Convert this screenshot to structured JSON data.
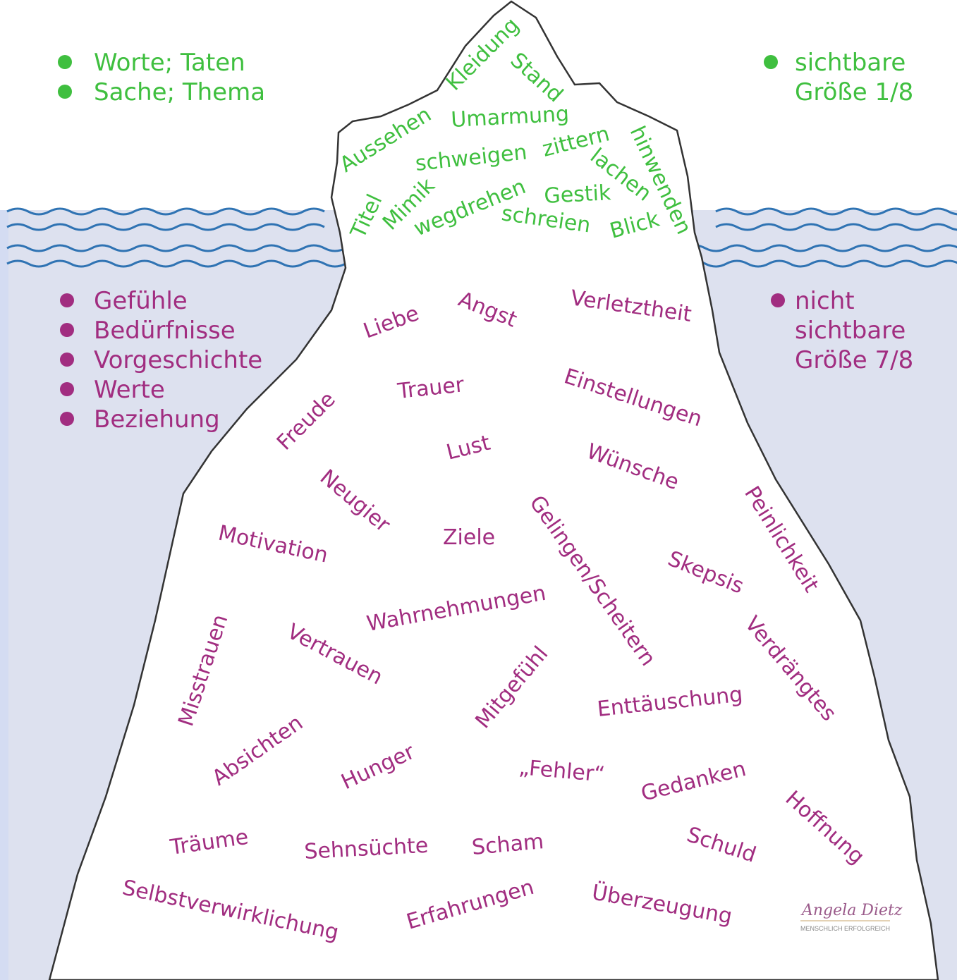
{
  "colors": {
    "above_text": "#3fbf3f",
    "below_text": "#a12d80",
    "water": "#dde1ef",
    "wave": "#2f73b3",
    "iceberg_fill": "#ffffff",
    "iceberg_stroke": "#333333"
  },
  "legend_top_left": [
    "Worte; Taten",
    "Sache; Thema"
  ],
  "legend_top_right": [
    "sichtbare",
    "Größe 1/8"
  ],
  "legend_bottom_left": [
    "Gefühle",
    "Bedürfnisse",
    "Vorgeschichte",
    "Werte",
    "Beziehung"
  ],
  "legend_bottom_right": [
    "nicht",
    "sichtbare",
    "Größe 7/8"
  ],
  "above_words": [
    "Kleidung",
    "Stand",
    "Aussehen",
    "Umarmung",
    "schweigen",
    "zittern",
    "hinwenden",
    "lachen",
    "Titel",
    "Mimik",
    "wegdrehen",
    "Gestik",
    "schreien",
    "Blick"
  ],
  "below_words": [
    "Liebe",
    "Angst",
    "Verletztheit",
    "Trauer",
    "Einstellungen",
    "Freude",
    "Lust",
    "Wünsche",
    "Neugier",
    "Peinlichkeit",
    "Motivation",
    "Ziele",
    "Gelingen/Scheitern",
    "Skepsis",
    "Wahrnehmungen",
    "Misstrauen",
    "Vertrauen",
    "Verdrängtes",
    "Mitgefühl",
    "Enttäuschung",
    "Absichten",
    "Hunger",
    "„Fehler“",
    "Gedanken",
    "Hoffnung",
    "Träume",
    "Sehnsüchte",
    "Scham",
    "Schuld",
    "Selbstverwirklichung",
    "Erfahrungen",
    "Überzeugung"
  ],
  "signature": {
    "name": "Angela Dietz",
    "tagline": "MENSCHLICH ERFOLGREICH"
  }
}
